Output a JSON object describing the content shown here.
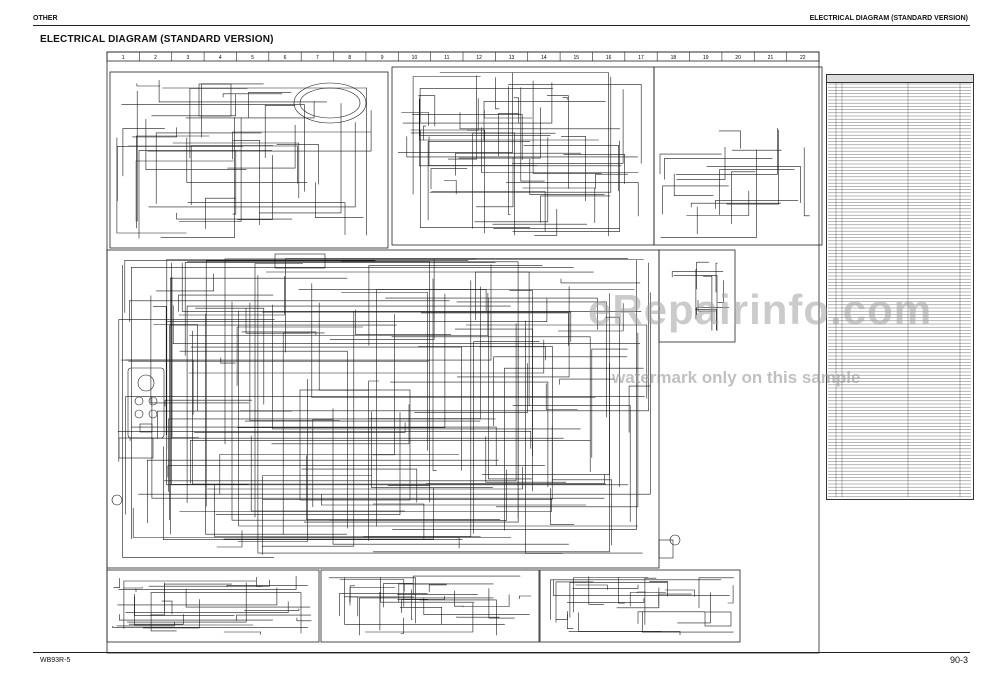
{
  "header": {
    "left": "OTHER",
    "right": "ELECTRICAL DIAGRAM (STANDARD VERSION)"
  },
  "page_title": "ELECTRICAL DIAGRAM (STANDARD VERSION)",
  "footer": {
    "model": "WB93R-5",
    "page": "90-3"
  },
  "watermark": {
    "line1": "eRepairinfo.com",
    "line2": "watermark only on this sample"
  },
  "grid_columns": [
    "1",
    "2",
    "3",
    "4",
    "5",
    "6",
    "7",
    "8",
    "9",
    "10",
    "11",
    "12",
    "13",
    "14",
    "15",
    "16",
    "17",
    "18",
    "19",
    "20",
    "21",
    "22"
  ],
  "colors": {
    "ink": "#1a1a1a",
    "watermark": "#a0a0a0",
    "background": "#ffffff"
  }
}
